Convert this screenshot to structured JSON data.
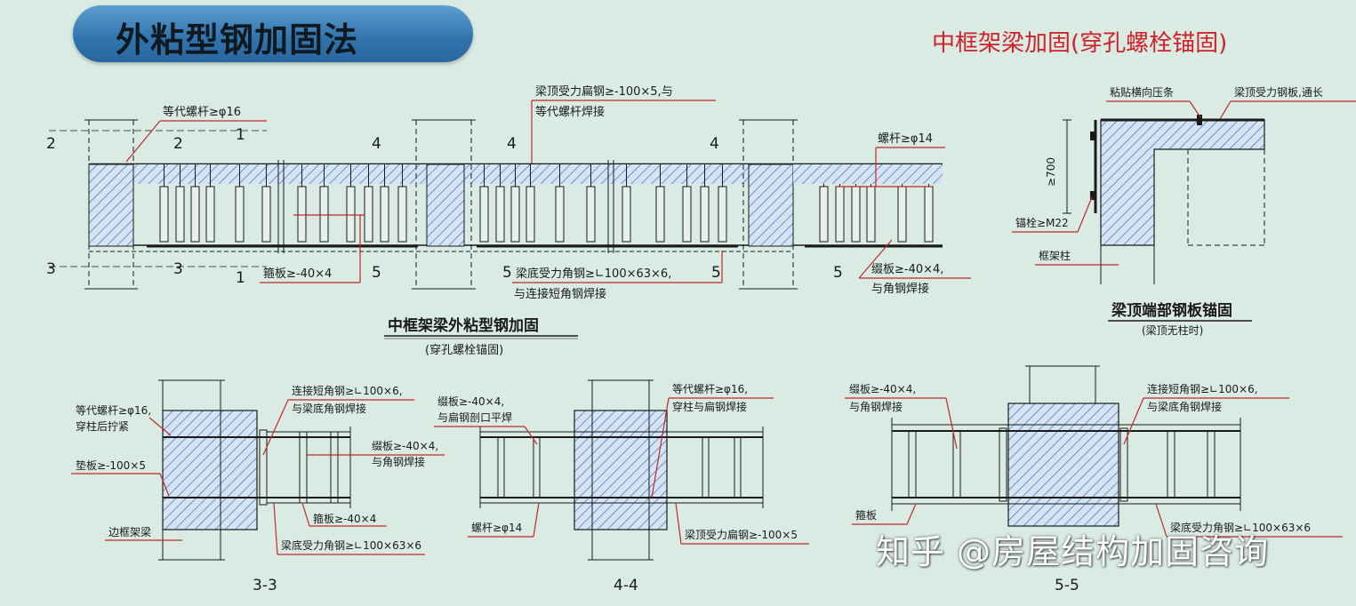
{
  "header": {
    "title": "外粘型钢加固法",
    "subtitle": "中框架梁加固(穿孔螺栓锚固)"
  },
  "elevation": {
    "title": "中框架梁外粘型钢加固",
    "subtitle": "(穿孔螺栓锚固)",
    "labels": {
      "top_flat_steel_1": "梁顶受力扁钢≥-100×5,与",
      "top_flat_steel_2": "等代螺杆焊接",
      "equiv_bolt": "等代螺杆≥φ16",
      "bolt_14": "螺杆≥φ14",
      "hoop_plate": "箍板≥-40×4",
      "bottom_angle_1": "梁底受力角钢≥∟100×63×6,",
      "bottom_angle_2": "与连接短角钢焊接",
      "batten_1": "缀板≥-40×4,",
      "batten_2": "与角钢焊接"
    },
    "section_marks": [
      "2",
      "2",
      "1",
      "4",
      "4",
      "4",
      "3",
      "3",
      "1",
      "5",
      "5",
      "5",
      "5"
    ]
  },
  "end_anchor": {
    "title": "梁顶端部钢板锚固",
    "subtitle": "(梁顶无柱时)",
    "labels": {
      "press_strip": "粘贴横向压条",
      "top_plate": "梁顶受力钢板,通长",
      "dim": "≥700",
      "anchor": "锚栓≥M22",
      "column": "框架柱"
    }
  },
  "section_3_3": {
    "name": "3-3",
    "labels": {
      "equiv_bolt_1": "等代螺杆≥φ16,",
      "equiv_bolt_2": "穿柱后拧紧",
      "pad": "垫板≥-100×5",
      "short_angle_1": "连接短角钢≥∟100×6,",
      "short_angle_2": "与梁底角钢焊接",
      "batten_1": "缀板≥-40×4,",
      "batten_2": "与角钢焊接",
      "hoop": "箍板≥-40×4",
      "edge_beam": "边框架梁",
      "bottom_angle": "梁底受力角钢≥∟100×63×6"
    }
  },
  "section_4_4": {
    "name": "4-4",
    "labels": {
      "batten_1": "缀板≥-40×4,",
      "batten_2": "与扁钢剖口平焊",
      "equiv_bolt_1": "等代螺杆≥φ16,",
      "equiv_bolt_2": "穿柱与扁钢焊接",
      "bolt": "螺杆≥φ14",
      "top_flat": "梁顶受力扁钢≥-100×5"
    }
  },
  "section_5_5": {
    "name": "5-5",
    "labels": {
      "batten_1": "缀板≥-40×4,",
      "batten_2": "与角钢焊接",
      "short_angle_1": "连接短角钢≥∟100×6,",
      "short_angle_2": "与梁底角钢焊接",
      "hoop": "箍板",
      "bottom_angle": "梁底受力角钢≥∟100×63×6"
    }
  },
  "watermark": "知乎 @房屋结构加固咨询",
  "colors": {
    "leader": "#c0282c",
    "line": "#1a1a1a",
    "hatch": "#4a5bb0",
    "pill": "#3c7fb8"
  }
}
